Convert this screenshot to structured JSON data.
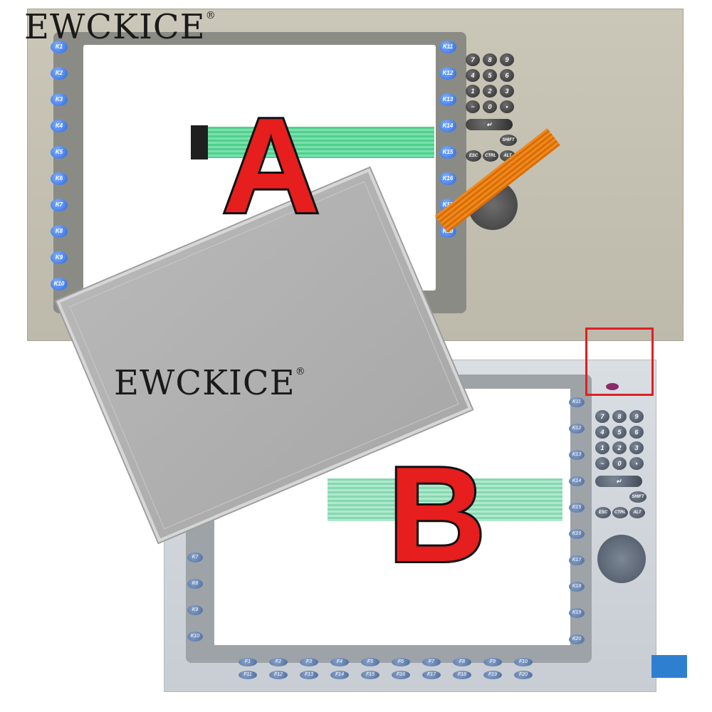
{
  "brand": {
    "name": "EWCKICE",
    "mark": "®"
  },
  "labels": {
    "panel_a": "A",
    "panel_b": "B"
  },
  "panel_a": {
    "left_keys": [
      "K1",
      "K2",
      "K3",
      "K4",
      "K5",
      "K6",
      "K7",
      "K8",
      "K9",
      "K10"
    ],
    "right_keys": [
      "K11",
      "K12",
      "K13",
      "K14",
      "K15",
      "K16",
      "K17",
      "K18"
    ],
    "keypad": [
      "7",
      "8",
      "9",
      "4",
      "5",
      "6",
      "1",
      "2",
      "3",
      "−",
      "0",
      "•"
    ],
    "func_keys": [
      "ESC",
      "CTRL",
      "ALT"
    ],
    "shift": "SHIFT"
  },
  "panel_b": {
    "left_keys": [
      "K7",
      "K8",
      "K9",
      "K10"
    ],
    "right_keys": [
      "K11",
      "K12",
      "K13",
      "K14",
      "K15",
      "K16",
      "K17",
      "K18",
      "K19",
      "K20"
    ],
    "f_row1": [
      "F1",
      "F2",
      "F3",
      "F4",
      "F5",
      "F6",
      "F7",
      "F8",
      "F9",
      "F10"
    ],
    "f_row2": [
      "F11",
      "F12",
      "F13",
      "F14",
      "F15",
      "F16",
      "F17",
      "F18",
      "F19",
      "F20"
    ],
    "keypad": [
      "7",
      "8",
      "9",
      "4",
      "5",
      "6",
      "1",
      "2",
      "3",
      "−",
      "0",
      "•"
    ],
    "func_keys": [
      "ESC",
      "CTRL",
      "ALT"
    ],
    "shift": "SHIFT"
  },
  "colors": {
    "highlight": "#e02020",
    "led": "#8b2a6a"
  }
}
